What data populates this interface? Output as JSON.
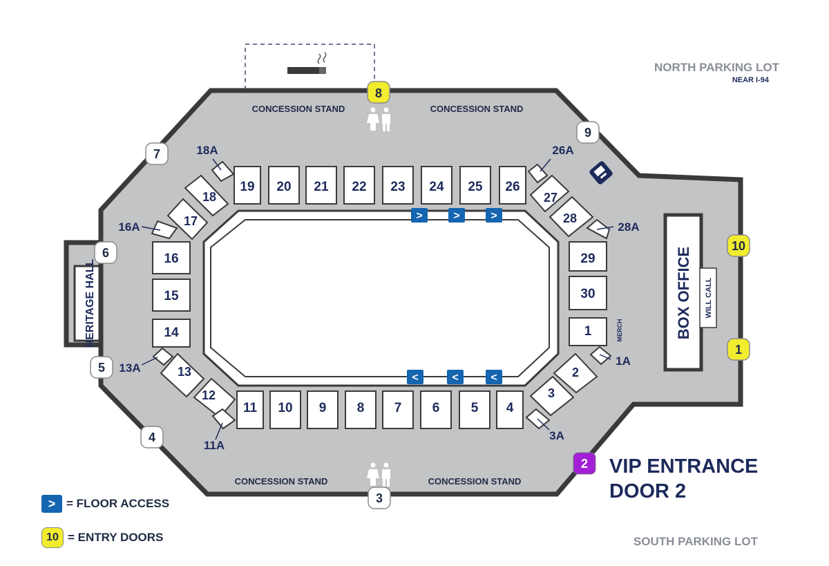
{
  "lots": {
    "north": "NORTH PARKING LOT",
    "north_sub": "NEAR I-94",
    "south": "SOUTH PARKING LOT"
  },
  "concessions": [
    "CONCESSION STAND",
    "CONCESSION STAND",
    "CONCESSION STAND",
    "CONCESSION STAND"
  ],
  "heritage_hall": "HERITAGE HALL",
  "box_office": "BOX OFFICE",
  "will_call": "WILL CALL",
  "merch": "MERCH",
  "vip": {
    "door": "2",
    "line1": "VIP ENTRANCE",
    "line2": "DOOR 2"
  },
  "legend": {
    "floor_access": "= FLOOR ACCESS",
    "entry_doors": "= ENTRY DOORS",
    "door_example": "10",
    "floor_glyph": ">"
  },
  "entry_doors": [
    "8",
    "10",
    "1"
  ],
  "doors": [
    "9",
    "7",
    "6",
    "5",
    "4",
    "3"
  ],
  "floor_access_glyphs": [
    ">",
    ">",
    ">",
    "<",
    "<",
    "<"
  ],
  "sections": {
    "top": [
      "19",
      "20",
      "21",
      "22",
      "23",
      "24",
      "25",
      "26"
    ],
    "bottom": [
      "11",
      "10",
      "9",
      "8",
      "7",
      "6",
      "5",
      "4"
    ],
    "left": [
      "16",
      "15",
      "14"
    ],
    "right": [
      "29",
      "30",
      "1"
    ],
    "corners": [
      "18",
      "17",
      "13",
      "12",
      "27",
      "28",
      "2",
      "3"
    ],
    "small": [
      "18A",
      "16A",
      "13A",
      "11A",
      "26A",
      "28A",
      "1A",
      "3A"
    ]
  },
  "colors": {
    "navy": "#1d2a5b",
    "concourse": "#c3c4c6",
    "wall": "#3a3a3c",
    "entry_yellow": "#f2ec2f",
    "vip_purple": "#a21fd6",
    "floor_blue": "#1565b0"
  }
}
